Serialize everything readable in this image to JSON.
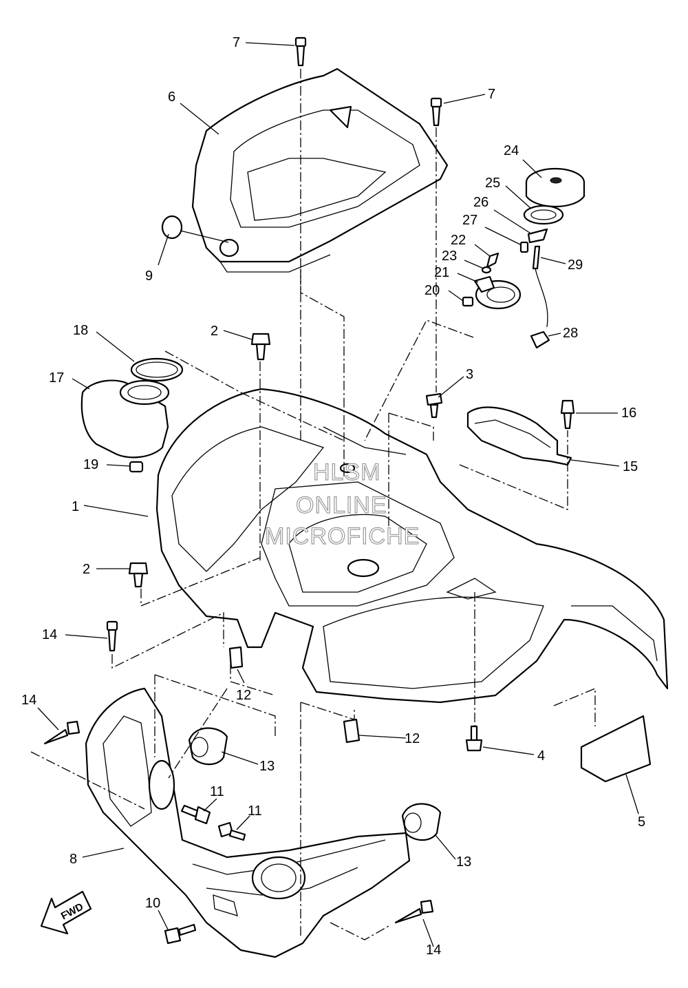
{
  "diagram": {
    "callouts": [
      "1",
      "2",
      "2",
      "3",
      "4",
      "5",
      "6",
      "7",
      "7",
      "8",
      "9",
      "10",
      "11",
      "11",
      "12",
      "12",
      "13",
      "13",
      "14",
      "14",
      "14",
      "15",
      "16",
      "17",
      "18",
      "19",
      "20",
      "21",
      "22",
      "23",
      "24",
      "25",
      "26",
      "27",
      "28",
      "29"
    ],
    "watermark": [
      "HLSM",
      "ONLINE",
      "MICROFICHE"
    ],
    "direction_label": "FWD"
  }
}
